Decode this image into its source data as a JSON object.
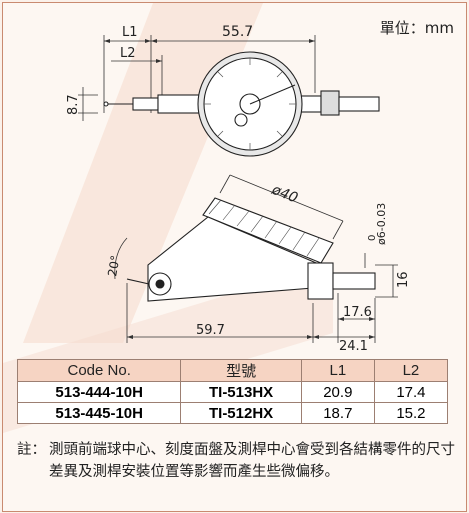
{
  "unit_label": "單位：mm",
  "dims": {
    "l1": "L1",
    "l2": "L2",
    "w557": "55.7",
    "h87": "8.7",
    "dia40": "ø40",
    "shank_tol_zero": "0",
    "shank": "ø6-0.03",
    "angle": "20°",
    "h16": "16",
    "w176": "17.6",
    "w241": "24.1",
    "w597": "59.7"
  },
  "table": {
    "headers": [
      "Code No.",
      "型號",
      "L1",
      "L2"
    ],
    "rows": [
      [
        "513-444-10H",
        "TI-513HX",
        "20.9",
        "17.4"
      ],
      [
        "513-445-10H",
        "TI-512HX",
        "18.7",
        "15.2"
      ]
    ]
  },
  "note": {
    "prefix": "註：",
    "text": "測頭前端球中心、刻度面盤及測桿中心會受到各結構零件的尺寸差異及測桿安裝位置等影響而產生些微偏移。"
  }
}
